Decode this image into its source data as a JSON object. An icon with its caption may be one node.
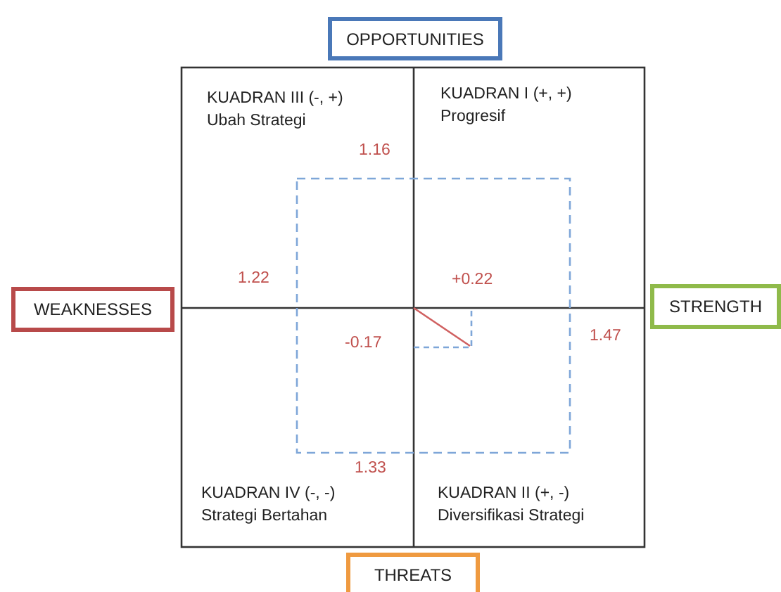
{
  "diagram": {
    "nodes": [
      {
        "text": [
          "OPPORTUNITIES"
        ]
      },
      {
        "text": [
          "WEAKNESSES"
        ]
      },
      {
        "text": [
          "STRENGTH"
        ]
      },
      {
        "text": [
          "THREATS"
        ]
      }
    ],
    "labels": [
      "KUADRAN III (-, +)",
      "Ubah Strategi",
      "KUADRAN I (+, +)",
      "Progresif",
      "1.16",
      "1.22",
      "+0.22",
      "-0.17",
      "1.47",
      "1.33",
      "KUADRAN IV (-, -)",
      "Strategi Bertahan",
      "KUADRAN II (+, -)",
      "Diversifikasi Strategi"
    ]
  }
}
